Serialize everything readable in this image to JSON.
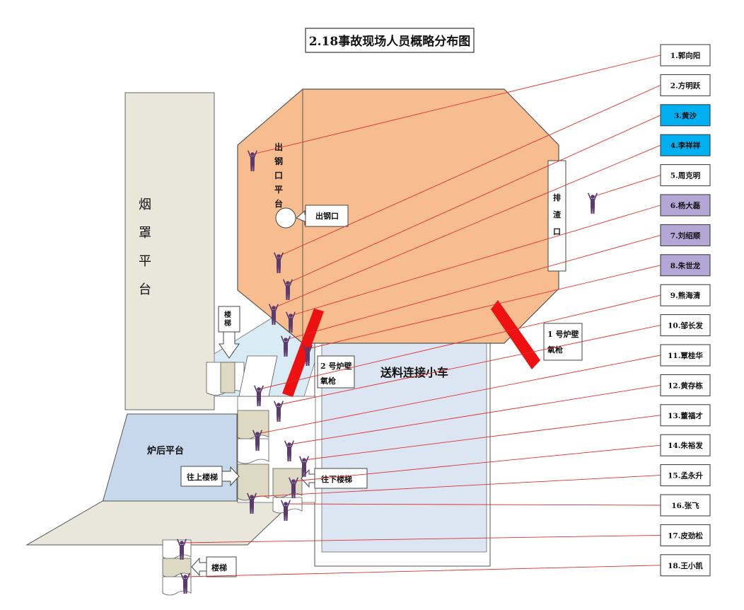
{
  "title": "2.18事故现场人员概略分布图",
  "areas": {
    "hood_platform": "烟罩平台",
    "tap_platform": "出钢口平台",
    "tap_hole": "出钢口",
    "slag_hole": "排渣口",
    "rear_platform": "炉后平台",
    "feed_car": "送料连接小车",
    "stairs_label": "楼梯",
    "up_stairs": "往上楼梯",
    "down_stairs": "往下楼梯",
    "furnace2_lance": "2 号炉壁氧枪",
    "furnace1_lance": "1 号炉壁氧枪"
  },
  "people": [
    {
      "label": "1.郭向阳",
      "color": "#ffffff"
    },
    {
      "label": "2.方明跃",
      "color": "#ffffff"
    },
    {
      "label": "3.黄沙",
      "color": "#00b0f0"
    },
    {
      "label": "4.李祥祥",
      "color": "#00b0f0"
    },
    {
      "label": "5.周克明",
      "color": "#ffffff"
    },
    {
      "label": "6.杨大磊",
      "color": "#b4a7d6"
    },
    {
      "label": "7.刘绍顺",
      "color": "#b4a7d6"
    },
    {
      "label": "8.朱世龙",
      "color": "#b4a7d6"
    },
    {
      "label": "9.熊海清",
      "color": "#ffffff"
    },
    {
      "label": "10.邹长发",
      "color": "#ffffff"
    },
    {
      "label": "11.覃桂华",
      "color": "#ffffff"
    },
    {
      "label": "12.黄存栋",
      "color": "#ffffff"
    },
    {
      "label": "13.董福才",
      "color": "#ffffff"
    },
    {
      "label": "14.朱裕发",
      "color": "#ffffff"
    },
    {
      "label": "15.孟永升",
      "color": "#ffffff"
    },
    {
      "label": "16.张飞",
      "color": "#ffffff"
    },
    {
      "label": "17.皮劲松",
      "color": "#ffffff"
    },
    {
      "label": "18.王小凯",
      "color": "#ffffff"
    }
  ],
  "colors": {
    "furnace": "#f8bd8f",
    "hood": "#e9e6dc",
    "rear_platform": "#c8d8ec",
    "feed_car": "#dce6f2",
    "person": "#5b3a6e",
    "leader": "#e03030",
    "lance": "#ee1111"
  }
}
